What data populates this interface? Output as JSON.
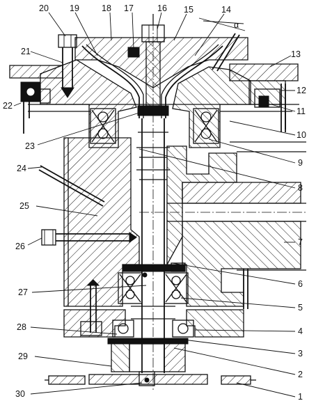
{
  "drawing": {
    "callouts": [
      {
        "label": "20"
      },
      {
        "label": "19"
      },
      {
        "label": "18"
      },
      {
        "label": "17"
      },
      {
        "label": "16"
      },
      {
        "label": "15"
      },
      {
        "label": "14"
      },
      {
        "label": "13"
      },
      {
        "label": "21"
      },
      {
        "label": "22"
      },
      {
        "label": "12"
      },
      {
        "label": "11"
      },
      {
        "label": "10"
      },
      {
        "label": "23"
      },
      {
        "label": "9"
      },
      {
        "label": "24"
      },
      {
        "label": "8"
      },
      {
        "label": "25"
      },
      {
        "label": "7"
      },
      {
        "label": "26"
      },
      {
        "label": "6"
      },
      {
        "label": "27"
      },
      {
        "label": "5"
      },
      {
        "label": "28"
      },
      {
        "label": "4"
      },
      {
        "label": "3"
      },
      {
        "label": "29"
      },
      {
        "label": "2"
      },
      {
        "label": "30"
      },
      {
        "label": "1"
      }
    ],
    "dimension_symbol": "α"
  }
}
